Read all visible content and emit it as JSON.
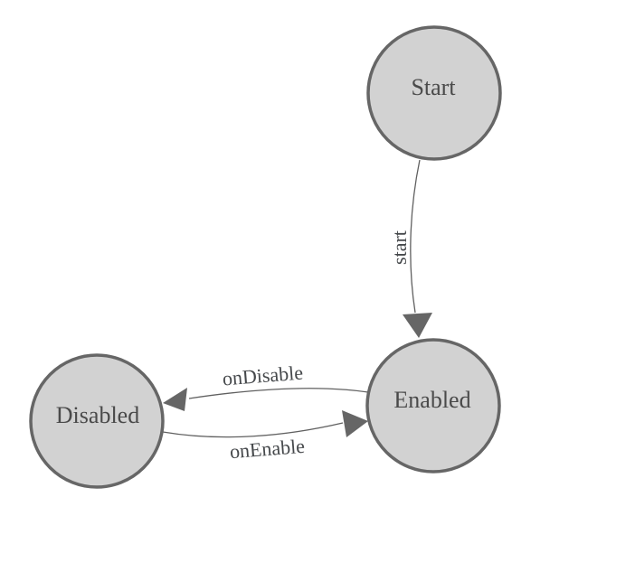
{
  "diagram": {
    "type": "state-machine",
    "colors": {
      "background": "#ffffff",
      "node_fill": "#d2d2d2",
      "node_stroke": "#666666",
      "edge": "#606060",
      "arrow": "#666666",
      "node_text": "#4a4a4a",
      "edge_text": "#45484b"
    },
    "nodes": [
      {
        "id": "start",
        "label": "Start"
      },
      {
        "id": "enabled",
        "label": "Enabled"
      },
      {
        "id": "disabled",
        "label": "Disabled"
      }
    ],
    "edges": [
      {
        "from": "start",
        "to": "enabled",
        "label": "start"
      },
      {
        "from": "enabled",
        "to": "disabled",
        "label": "onDisable"
      },
      {
        "from": "disabled",
        "to": "enabled",
        "label": "onEnable"
      }
    ]
  }
}
